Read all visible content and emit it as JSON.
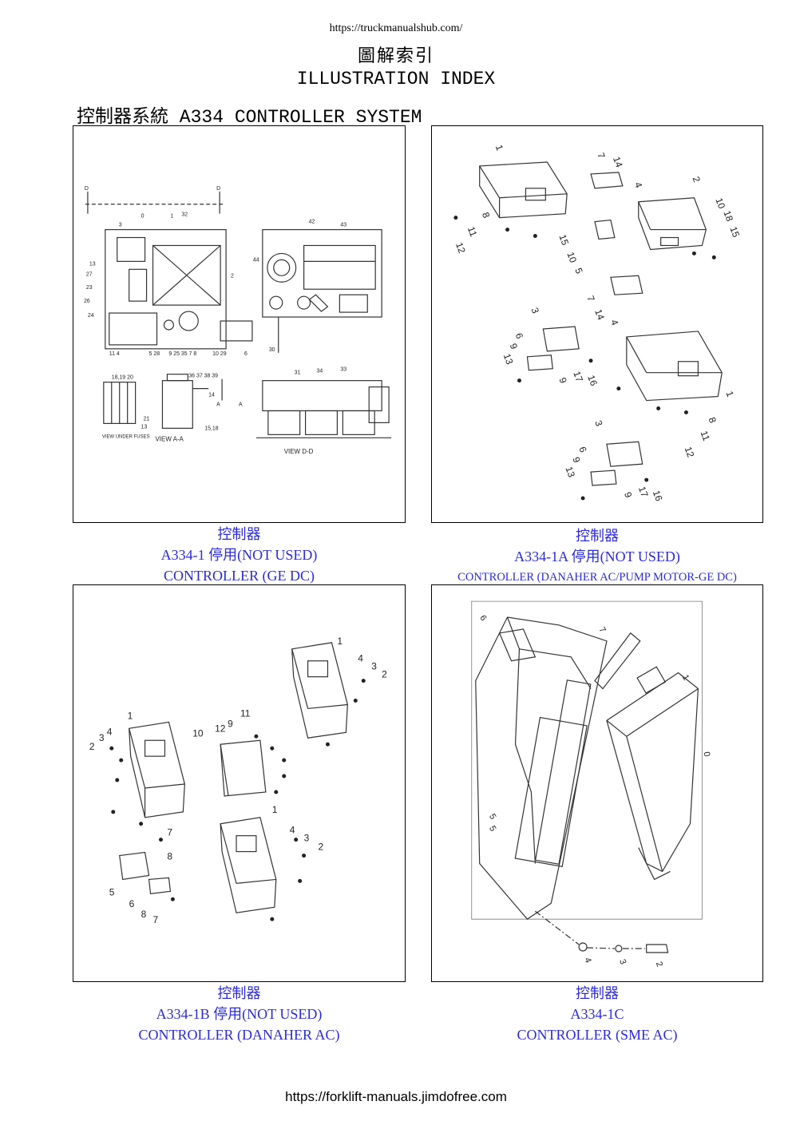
{
  "header": {
    "top_url": "https://truckmanualshub.com/",
    "title_zh": "圖解索引",
    "title_en": "ILLUSTRATION INDEX",
    "section_title": "控制器系統 A334 CONTROLLER SYSTEM"
  },
  "panels": [
    {
      "label_zh": "控制器",
      "code": "A334-1  停用(NOT USED)",
      "name": "CONTROLLER (GE DC)",
      "views": [
        "VIEW A-A",
        "VIEW D-D",
        "VIEW UNDER FUSES"
      ]
    },
    {
      "label_zh": "控制器",
      "code": "A334-1A  停用(NOT USED)",
      "name": "CONTROLLER (DANAHER AC/PUMP MOTOR-GE DC)"
    },
    {
      "label_zh": "控制器",
      "code": "A334-1B  停用(NOT USED)",
      "name": "CONTROLLER (DANAHER AC)"
    },
    {
      "label_zh": "控制器",
      "code": "A334-1C",
      "name": "CONTROLLER (SME AC)"
    }
  ],
  "footer": {
    "bottom_url": "https://forklift-manuals.jimdofree.com"
  }
}
